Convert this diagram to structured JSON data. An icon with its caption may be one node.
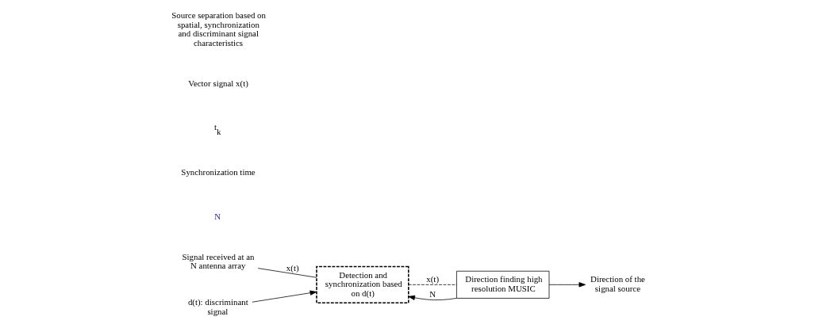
{
  "diagram": {
    "nodes": [
      {
        "text": [
          "Signal received at an N antenna array"
        ]
      },
      {
        "text": [
          "Detection and synchronization based on d(t)"
        ]
      },
      {
        "text": [
          "Direction finding high resolution MUSIC"
        ]
      },
      {
        "text": [
          "Direction of the signal source"
        ]
      },
      {
        "text": [
          "d(t): discriminant signal"
        ]
      }
    ],
    "edges": [
      {
        "from": 0,
        "to": 1,
        "arrow": "none",
        "label": "x(t)"
      },
      {
        "from": 1,
        "to": 2,
        "arrow": "none",
        "label": "x(t)",
        "style": "dashed"
      },
      {
        "from": 2,
        "to": 3,
        "arrow": "to"
      },
      {
        "from": 2,
        "to": 1,
        "arrow": "to",
        "label": "N"
      },
      {
        "from": 4,
        "to": 1,
        "arrow": "to"
      }
    ],
    "labels": [
      "N",
      "Synchronization time",
      "t$_{k}$",
      "Vector signal x(t)",
      "Source separation based on spatial, synchronization and discriminant signal characteristics"
    ]
  }
}
